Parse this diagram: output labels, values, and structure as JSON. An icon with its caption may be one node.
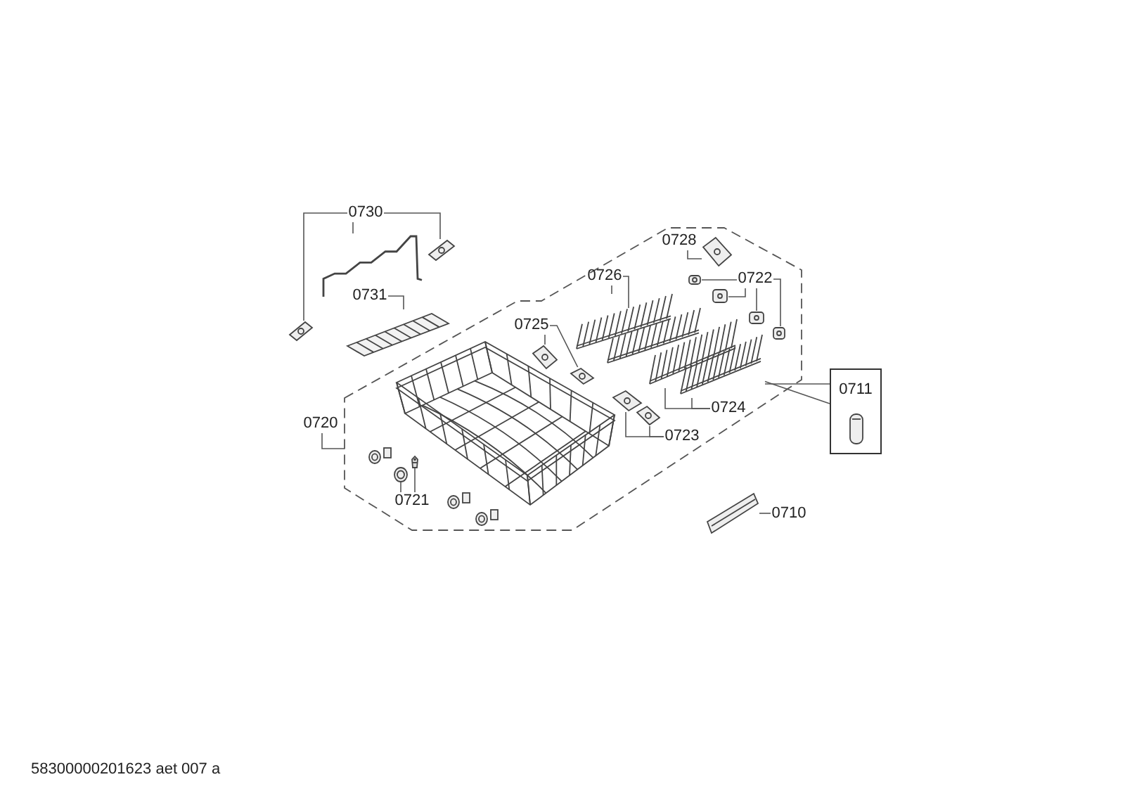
{
  "diagram": {
    "nodes": [
      {
        "text": [
          "0730"
        ]
      },
      {
        "text": [],
        "shape": "picture"
      },
      {
        "text": [],
        "shape": "picture"
      },
      {
        "text": [],
        "shape": "picture"
      },
      {
        "text": [
          "0731"
        ]
      },
      {
        "text": [],
        "shape": "picture"
      },
      {
        "text": [],
        "shape": "polygon"
      },
      {
        "text": [
          "0728"
        ],
        "in": 6
      },
      {
        "text": [],
        "shape": "picture",
        "in": 6
      },
      {
        "text": [
          "0726"
        ],
        "in": 6
      },
      {
        "text": [],
        "shape": "picture",
        "in": 6
      },
      {
        "text": [],
        "shape": "picture",
        "in": 6
      },
      {
        "text": [
          "0722"
        ],
        "in": 6
      },
      {
        "text": [],
        "shape": "picture",
        "in": 6
      },
      {
        "text": [],
        "shape": "picture",
        "in": 6
      },
      {
        "text": [],
        "shape": "picture",
        "in": 6
      },
      {
        "text": [],
        "shape": "picture",
        "in": 6
      },
      {
        "text": [
          "0725"
        ],
        "in": 6
      },
      {
        "text": [],
        "shape": "picture",
        "in": 6
      },
      {
        "text": [],
        "shape": "picture",
        "in": 6
      },
      {
        "text": [
          "0724"
        ],
        "in": 6
      },
      {
        "text": [],
        "shape": "picture",
        "in": 6
      },
      {
        "text": [],
        "shape": "picture",
        "in": 6
      },
      {
        "text": [
          "0723"
        ],
        "in": 6
      },
      {
        "text": [],
        "shape": "picture",
        "in": 6
      },
      {
        "text": [],
        "shape": "picture",
        "in": 6
      },
      {
        "text": [
          "0721"
        ],
        "in": 6
      },
      {
        "text": [],
        "shape": "picture",
        "in": 6
      },
      {
        "text": [],
        "shape": "picture",
        "in": 6
      },
      {
        "text": [
          "0720"
        ]
      },
      {
        "text": [
          "0711"
        ]
      },
      {
        "text": [],
        "shape": "picture",
        "in": 30
      },
      {
        "text": [
          "0710"
        ]
      },
      {
        "text": [],
        "shape": "picture"
      }
    ],
    "edges": [
      {
        "from": 0,
        "to": 1,
        "arrow": "none"
      },
      {
        "from": 0,
        "to": 2,
        "arrow": "none"
      },
      {
        "from": 0,
        "to": 3,
        "arrow": "none"
      },
      {
        "from": 4,
        "to": 5,
        "arrow": "none"
      },
      {
        "from": 7,
        "to": 8,
        "arrow": "none"
      },
      {
        "from": 9,
        "to": 10,
        "arrow": "none"
      },
      {
        "from": 9,
        "to": 11,
        "arrow": "none"
      },
      {
        "from": 12,
        "to": 13,
        "arrow": "none"
      },
      {
        "from": 12,
        "to": 14,
        "arrow": "none"
      },
      {
        "from": 12,
        "to": 15,
        "arrow": "none"
      },
      {
        "from": 12,
        "to": 16,
        "arrow": "none"
      },
      {
        "from": 17,
        "to": 18,
        "arrow": "none"
      },
      {
        "from": 17,
        "to": 19,
        "arrow": "none"
      },
      {
        "from": 20,
        "to": 21,
        "arrow": "none"
      },
      {
        "from": 20,
        "to": 22,
        "arrow": "none"
      },
      {
        "from": 23,
        "to": 24,
        "arrow": "none"
      },
      {
        "from": 23,
        "to": 25,
        "arrow": "none"
      },
      {
        "from": 26,
        "to": 27,
        "arrow": "none"
      },
      {
        "from": 26,
        "to": 28,
        "arrow": "none"
      },
      {
        "from": 29,
        "to": 6,
        "arrow": "none"
      },
      {
        "from": 30,
        "to": 22,
        "arrow": "none"
      },
      {
        "from": 30,
        "to": 22,
        "arrow": "none"
      },
      {
        "from": 32,
        "to": 33,
        "arrow": "none"
      }
    ],
    "labels": [
      "58300000201623 aet 007 a"
    ]
  }
}
